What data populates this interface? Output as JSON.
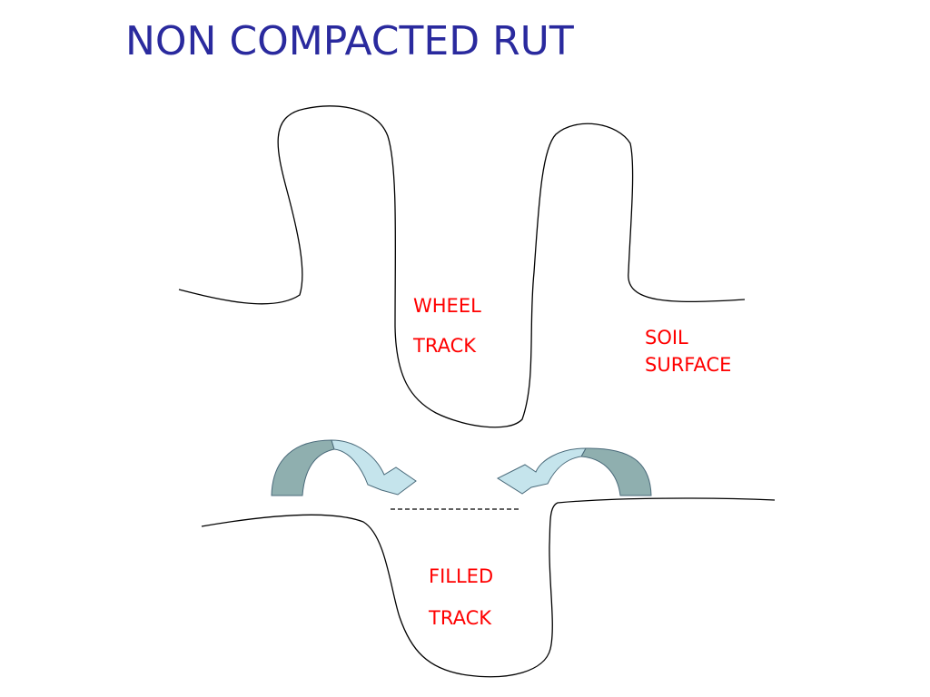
{
  "title": "NON COMPACTED RUT",
  "labels": {
    "wheel_track": [
      "WHEEL",
      "TRACK"
    ],
    "soil_surface": [
      "SOIL",
      "SURFACE"
    ],
    "filled_track": [
      "FILLED",
      "TRACK"
    ]
  },
  "colors": {
    "title": "#2a2a9e",
    "label": "#ff0000",
    "line": "#000000",
    "arrow_dark": "#8fafaf",
    "arrow_light": "#c5e4ec",
    "arrow_stroke": "#4a6a7a"
  }
}
